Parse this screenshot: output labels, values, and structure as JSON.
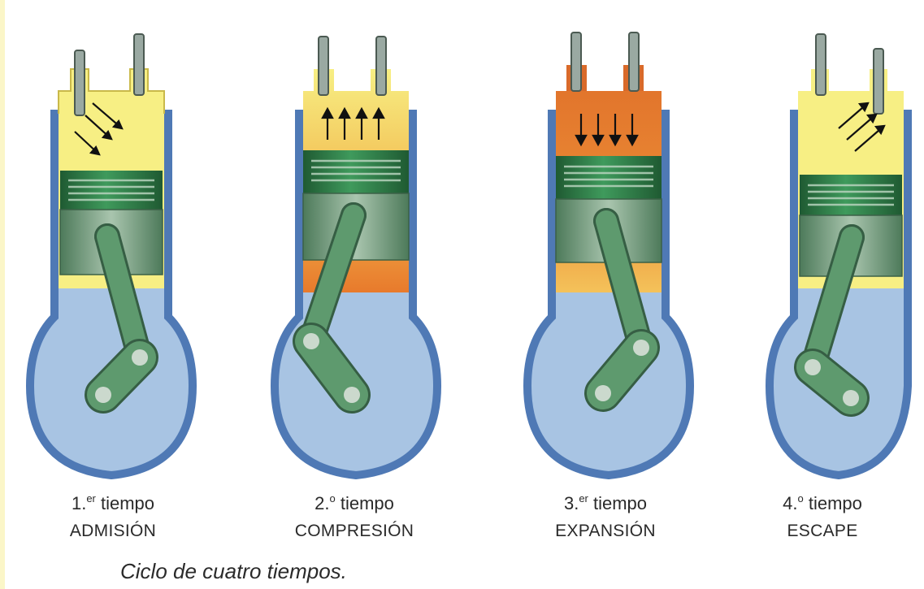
{
  "caption": "Ciclo de cuatro tiempos.",
  "colors": {
    "cylinder_wall": "#4f79b5",
    "crankcase": "#a8c4e3",
    "mixture_fresh": "#f7ef84",
    "mixture_hot": "#e87a2c",
    "piston": "#2e7a45",
    "connecting_rod": "#5e9a6e",
    "valve": "#9aa9a2"
  },
  "strokes": [
    {
      "num": "1.",
      "sup": "er",
      "word": "tiempo",
      "name": "ADMISIÓN",
      "gas": "fresh",
      "arrows": "diagonal-down"
    },
    {
      "num": "2.",
      "sup": "o",
      "word": "tiempo",
      "name": "COMPRESIÓN",
      "gas": "compressed",
      "arrows": "up"
    },
    {
      "num": "3.",
      "sup": "er",
      "word": "tiempo",
      "name": "EXPANSIÓN",
      "gas": "burning",
      "arrows": "down"
    },
    {
      "num": "4.",
      "sup": "o",
      "word": "tiempo",
      "name": "ESCAPE",
      "gas": "fresh",
      "arrows": "diagonal-up"
    }
  ]
}
